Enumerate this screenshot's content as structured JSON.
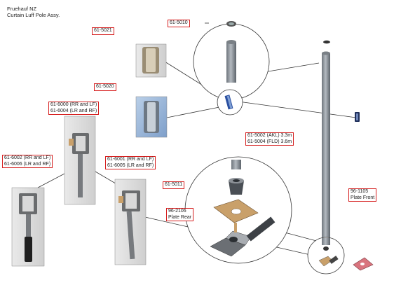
{
  "header": {
    "company": "Fruehauf NZ",
    "assembly": "Curtain Luff Pole Assy."
  },
  "parts": {
    "p61_5010": {
      "line1": "61-5010"
    },
    "p61_5021": {
      "line1": "61-5021"
    },
    "p61_5020": {
      "line1": "61-5020"
    },
    "p61_6000": {
      "line1": "61-6000 (RR and LF)",
      "line2": "61-6004 (LR and RF)"
    },
    "p61_6002": {
      "line1": "61-6002 (RR and LF)",
      "line2": "61-6006 (LR and RF)"
    },
    "p61_6001": {
      "line1": "61-6001 (RR and LF)",
      "line2": "61-6005 (LR and RF)"
    },
    "p61_5011": {
      "line1": "61-5011"
    },
    "p96_2106": {
      "line1": "96-2106",
      "line2": "Plate Rear"
    },
    "p61_5002": {
      "line1": "61-5002 (AKL) 3.3m",
      "line2": "61-5004 (FLD) 3.6m"
    },
    "p96_1105": {
      "line1": "96-1105",
      "line2": "Plate Front"
    }
  },
  "colors": {
    "callout_border": "#d62020",
    "pole": "#8a9096",
    "bracket_blue": "#2a4fa0",
    "plate_tan": "#c9a06a"
  }
}
